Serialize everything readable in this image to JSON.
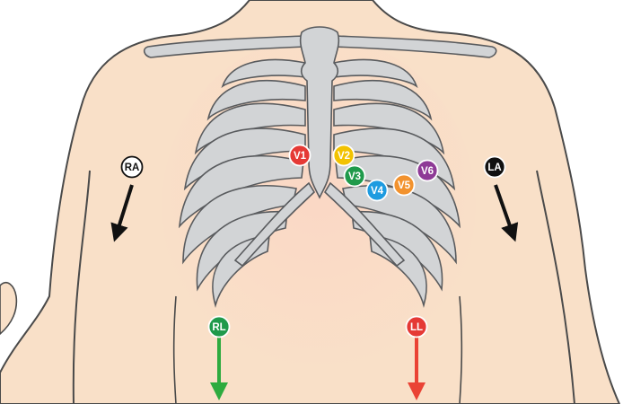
{
  "electrodes": [
    {
      "id": "V1",
      "label": "V1",
      "fill": "#e53935",
      "text_color": "#ffffff"
    },
    {
      "id": "V2",
      "label": "V2",
      "fill": "#f2c200",
      "text_color": "#ffffff"
    },
    {
      "id": "V3",
      "label": "V3",
      "fill": "#1f9a4b",
      "text_color": "#ffffff"
    },
    {
      "id": "V4",
      "label": "V4",
      "fill": "#1e9be0",
      "text_color": "#ffffff"
    },
    {
      "id": "V5",
      "label": "V5",
      "fill": "#f2922e",
      "text_color": "#ffffff"
    },
    {
      "id": "V6",
      "label": "V6",
      "fill": "#8e3a96",
      "text_color": "#ffffff"
    }
  ],
  "limb_leads": [
    {
      "id": "RA",
      "label": "RA",
      "fill": "#ffffff",
      "text_color": "#111111",
      "arrow_color": "#111111"
    },
    {
      "id": "LA",
      "label": "LA",
      "fill": "#111111",
      "text_color": "#ffffff",
      "arrow_color": "#111111"
    },
    {
      "id": "RL",
      "label": "RL",
      "fill": "#1f9a4b",
      "text_color": "#ffffff",
      "arrow_color": "#2eab3f"
    },
    {
      "id": "LL",
      "label": "LL",
      "fill": "#e53935",
      "text_color": "#ffffff",
      "arrow_color": "#ea4335"
    }
  ],
  "colors": {
    "skin": "#f9e0c8",
    "skin_outline": "#4a4a4a",
    "chest_tint": "#fbd9c6",
    "bone": "#d2d4d6",
    "bone_outline": "#595b5e"
  }
}
